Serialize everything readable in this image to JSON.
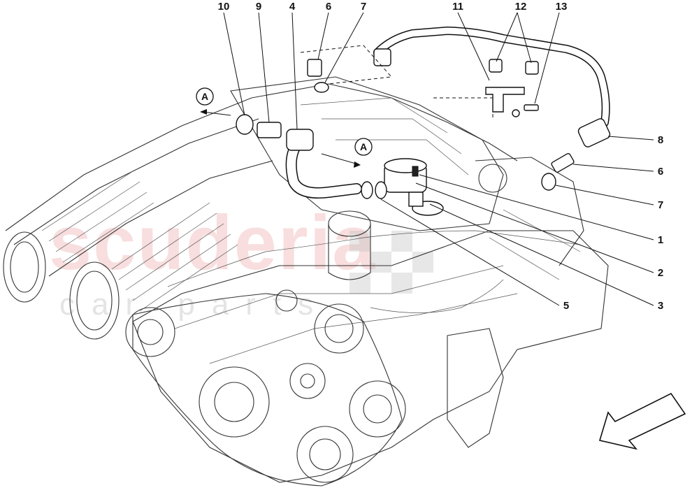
{
  "diagram": {
    "watermark": {
      "main": "scuderia",
      "sub": "car parts"
    },
    "callouts": [
      "10",
      "9",
      "4",
      "6",
      "7",
      "11",
      "12",
      "13",
      "8",
      "6",
      "7",
      "1",
      "2",
      "3",
      "5"
    ],
    "section_refs": [
      "A",
      "A"
    ],
    "colors": {
      "line": "#111111",
      "watermark": "#f3c4c4",
      "background": "#ffffff"
    },
    "direction_indicator": "arrow-icon"
  }
}
